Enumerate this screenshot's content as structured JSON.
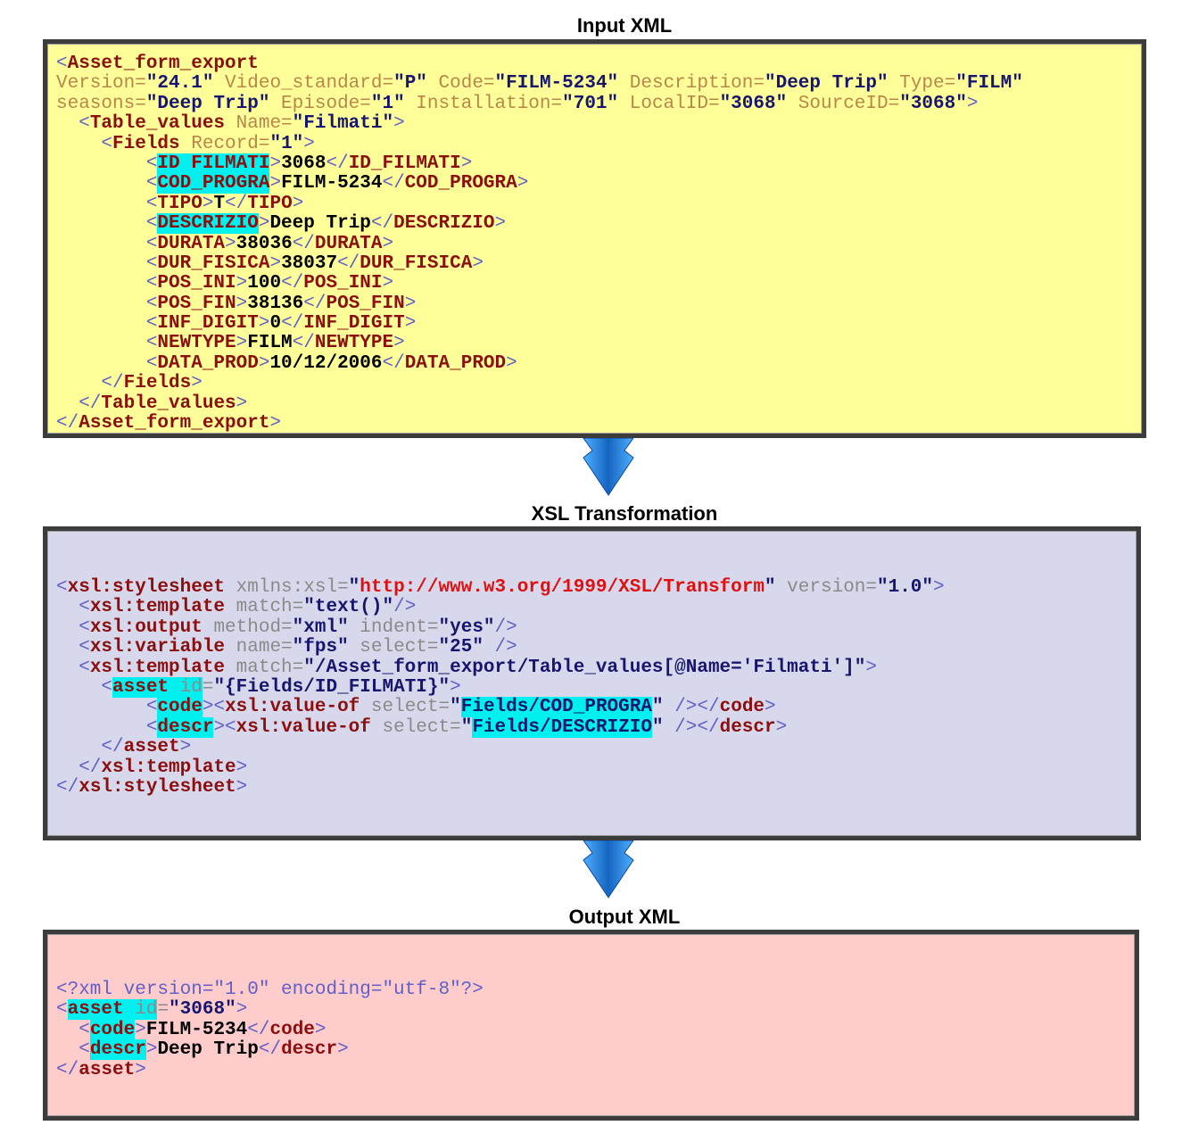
{
  "titles": {
    "input": "Input XML",
    "xsl": "XSL Transformation",
    "output": "Output XML"
  },
  "colors": {
    "input_bg": "#ffff99",
    "xsl_bg": "#d8d8ec",
    "output_bg": "#ffcccc",
    "highlight": "#00f0f0",
    "arrow": "#1e88e5"
  },
  "input_lines": [
    [
      [
        "p",
        "<"
      ],
      [
        "t",
        "Asset_form_export"
      ]
    ],
    [
      [
        "a",
        "Version="
      ],
      [
        "v",
        "\"24.1\""
      ],
      [
        "a",
        " Video_standard="
      ],
      [
        "v",
        "\"P\""
      ],
      [
        "a",
        " Code="
      ],
      [
        "v",
        "\"FILM-5234\""
      ],
      [
        "a",
        " Description="
      ],
      [
        "v",
        "\"Deep Trip\""
      ],
      [
        "a",
        " Type="
      ],
      [
        "v",
        "\"FILM\""
      ]
    ],
    [
      [
        "a",
        "seasons="
      ],
      [
        "v",
        "\"Deep Trip\""
      ],
      [
        "a",
        " Episode="
      ],
      [
        "v",
        "\"1\""
      ],
      [
        "a",
        " Installation="
      ],
      [
        "v",
        "\"701\""
      ],
      [
        "a",
        " LocalID="
      ],
      [
        "v",
        "\"3068\""
      ],
      [
        "a",
        " SourceID="
      ],
      [
        "v",
        "\"3068\""
      ],
      [
        "p",
        ">"
      ]
    ],
    [
      [
        "p",
        "  <"
      ],
      [
        "t",
        "Table_values"
      ],
      [
        "a",
        " Name="
      ],
      [
        "v",
        "\"Filmati\""
      ],
      [
        "p",
        ">"
      ]
    ],
    [
      [
        "p",
        "    <"
      ],
      [
        "t",
        "Fields"
      ],
      [
        "a",
        " Record="
      ],
      [
        "v",
        "\"1\""
      ],
      [
        "p",
        ">"
      ]
    ],
    [
      [
        "p",
        "        <"
      ],
      [
        "th",
        "ID FILMATI"
      ],
      [
        "p",
        ">"
      ],
      [
        "x",
        "3068"
      ],
      [
        "p",
        "</"
      ],
      [
        "t",
        "ID_FILMATI"
      ],
      [
        "p",
        ">"
      ]
    ],
    [
      [
        "p",
        "        <"
      ],
      [
        "th",
        "COD_PROGRA"
      ],
      [
        "p",
        ">"
      ],
      [
        "x",
        "FILM-5234"
      ],
      [
        "p",
        "</"
      ],
      [
        "t",
        "COD_PROGRA"
      ],
      [
        "p",
        ">"
      ]
    ],
    [
      [
        "p",
        "        <"
      ],
      [
        "t",
        "TIPO"
      ],
      [
        "p",
        ">"
      ],
      [
        "x",
        "T"
      ],
      [
        "p",
        "</"
      ],
      [
        "t",
        "TIPO"
      ],
      [
        "p",
        ">"
      ]
    ],
    [
      [
        "p",
        "        <"
      ],
      [
        "th",
        "DESCRIZIO"
      ],
      [
        "p",
        ">"
      ],
      [
        "x",
        "Deep Trip"
      ],
      [
        "p",
        "</"
      ],
      [
        "t",
        "DESCRIZIO"
      ],
      [
        "p",
        ">"
      ]
    ],
    [
      [
        "p",
        "        <"
      ],
      [
        "t",
        "DURATA"
      ],
      [
        "p",
        ">"
      ],
      [
        "x",
        "38036"
      ],
      [
        "p",
        "</"
      ],
      [
        "t",
        "DURATA"
      ],
      [
        "p",
        ">"
      ]
    ],
    [
      [
        "p",
        "        <"
      ],
      [
        "t",
        "DUR_FISICA"
      ],
      [
        "p",
        ">"
      ],
      [
        "x",
        "38037"
      ],
      [
        "p",
        "</"
      ],
      [
        "t",
        "DUR_FISICA"
      ],
      [
        "p",
        ">"
      ]
    ],
    [
      [
        "p",
        "        <"
      ],
      [
        "t",
        "POS_INI"
      ],
      [
        "p",
        ">"
      ],
      [
        "x",
        "100"
      ],
      [
        "p",
        "</"
      ],
      [
        "t",
        "POS_INI"
      ],
      [
        "p",
        ">"
      ]
    ],
    [
      [
        "p",
        "        <"
      ],
      [
        "t",
        "POS_FIN"
      ],
      [
        "p",
        ">"
      ],
      [
        "x",
        "38136"
      ],
      [
        "p",
        "</"
      ],
      [
        "t",
        "POS_FIN"
      ],
      [
        "p",
        ">"
      ]
    ],
    [
      [
        "p",
        "        <"
      ],
      [
        "t",
        "INF_DIGIT"
      ],
      [
        "p",
        ">"
      ],
      [
        "x",
        "0"
      ],
      [
        "p",
        "</"
      ],
      [
        "t",
        "INF_DIGIT"
      ],
      [
        "p",
        ">"
      ]
    ],
    [
      [
        "p",
        "        <"
      ],
      [
        "t",
        "NEWTYPE"
      ],
      [
        "p",
        ">"
      ],
      [
        "x",
        "FILM"
      ],
      [
        "p",
        "</"
      ],
      [
        "t",
        "NEWTYPE"
      ],
      [
        "p",
        ">"
      ]
    ],
    [
      [
        "p",
        "        <"
      ],
      [
        "t",
        "DATA_PROD"
      ],
      [
        "p",
        ">"
      ],
      [
        "x",
        "10/12/2006"
      ],
      [
        "p",
        "</"
      ],
      [
        "t",
        "DATA_PROD"
      ],
      [
        "p",
        ">"
      ]
    ],
    [
      [
        "p",
        "    </"
      ],
      [
        "t",
        "Fields"
      ],
      [
        "p",
        ">"
      ]
    ],
    [
      [
        "p",
        "  </"
      ],
      [
        "t",
        "Table_values"
      ],
      [
        "p",
        ">"
      ]
    ],
    [
      [
        "p",
        "</"
      ],
      [
        "t",
        "Asset_form_export"
      ],
      [
        "p",
        ">"
      ]
    ]
  ],
  "xsl_lines": [
    [
      [
        "p",
        "<"
      ],
      [
        "t",
        "xsl:stylesheet"
      ],
      [
        "a",
        " xmlns:xsl="
      ],
      [
        "v",
        "\""
      ],
      [
        "u",
        "http://www.w3.org/1999/XSL/Transform"
      ],
      [
        "v",
        "\""
      ],
      [
        "a",
        " version="
      ],
      [
        "v",
        "\"1.0\""
      ],
      [
        "p",
        ">"
      ]
    ],
    [
      [
        "p",
        "  <"
      ],
      [
        "t",
        "xsl:template"
      ],
      [
        "a",
        " match="
      ],
      [
        "v",
        "\"text()\""
      ],
      [
        "p",
        "/>"
      ]
    ],
    [
      [
        "p",
        "  <"
      ],
      [
        "t",
        "xsl:output"
      ],
      [
        "a",
        " method="
      ],
      [
        "v",
        "\"xml\""
      ],
      [
        "a",
        " indent="
      ],
      [
        "v",
        "\"yes\""
      ],
      [
        "p",
        "/>"
      ]
    ],
    [
      [
        "p",
        "  <"
      ],
      [
        "t",
        "xsl:variable"
      ],
      [
        "a",
        " name="
      ],
      [
        "v",
        "\"fps\""
      ],
      [
        "a",
        " select="
      ],
      [
        "v",
        "\"25\""
      ],
      [
        "p",
        " />"
      ]
    ],
    [
      [
        "p",
        "  <"
      ],
      [
        "t",
        "xsl:template"
      ],
      [
        "a",
        " match="
      ],
      [
        "v",
        "\"/Asset_form_export/Table_values[@Name='Filmati']\""
      ],
      [
        "p",
        ">"
      ]
    ],
    [
      [
        "p",
        "    <"
      ],
      [
        "th",
        "asset "
      ],
      [
        "ah",
        "id"
      ],
      [
        "a",
        "="
      ],
      [
        "v",
        "\"{Fields/ID_FILMATI}\""
      ],
      [
        "p",
        ">"
      ]
    ],
    [
      [
        "p",
        "        <"
      ],
      [
        "th",
        "code"
      ],
      [
        "p",
        "><"
      ],
      [
        "t",
        "xsl:value-of"
      ],
      [
        "a",
        " select="
      ],
      [
        "v",
        "\""
      ],
      [
        "vh",
        "Fields/COD_PROGRA"
      ],
      [
        "v",
        "\""
      ],
      [
        "p",
        " /></"
      ],
      [
        "t",
        "code"
      ],
      [
        "p",
        ">"
      ]
    ],
    [
      [
        "p",
        "        <"
      ],
      [
        "th",
        "descr"
      ],
      [
        "p",
        "><"
      ],
      [
        "t",
        "xsl:value-of"
      ],
      [
        "a",
        " select="
      ],
      [
        "v",
        "\""
      ],
      [
        "vh",
        "Fields/DESCRIZIO"
      ],
      [
        "v",
        "\""
      ],
      [
        "p",
        " /></"
      ],
      [
        "t",
        "descr"
      ],
      [
        "p",
        ">"
      ]
    ],
    [
      [
        "p",
        "    </"
      ],
      [
        "t",
        "asset"
      ],
      [
        "p",
        ">"
      ]
    ],
    [
      [
        "p",
        "  </"
      ],
      [
        "t",
        "xsl:template"
      ],
      [
        "p",
        ">"
      ]
    ],
    [
      [
        "p",
        "</"
      ],
      [
        "t",
        "xsl:stylesheet"
      ],
      [
        "p",
        ">"
      ]
    ]
  ],
  "output_lines": [
    [
      [
        "p",
        "<?xml version=\"1.0\" encoding=\"utf-8\"?>"
      ]
    ],
    [
      [
        "p",
        "<"
      ],
      [
        "th",
        "asset "
      ],
      [
        "ah",
        "id"
      ],
      [
        "a",
        "="
      ],
      [
        "v",
        "\"3068\""
      ],
      [
        "p",
        ">"
      ]
    ],
    [
      [
        "p",
        "  <"
      ],
      [
        "th",
        "code"
      ],
      [
        "p",
        ">"
      ],
      [
        "x",
        "FILM-5234"
      ],
      [
        "p",
        "</"
      ],
      [
        "t",
        "code"
      ],
      [
        "p",
        ">"
      ]
    ],
    [
      [
        "p",
        "  <"
      ],
      [
        "th",
        "descr"
      ],
      [
        "p",
        ">"
      ],
      [
        "x",
        "Deep Trip"
      ],
      [
        "p",
        "</"
      ],
      [
        "t",
        "descr"
      ],
      [
        "p",
        ">"
      ]
    ],
    [
      [
        "p",
        "</"
      ],
      [
        "t",
        "asset"
      ],
      [
        "p",
        ">"
      ]
    ]
  ]
}
